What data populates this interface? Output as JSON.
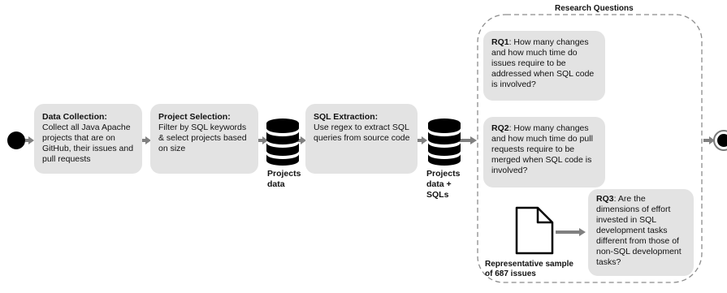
{
  "research_title": "Research Questions",
  "steps": {
    "data_collection": {
      "title": "Data Collection:",
      "text": "Collect all Java Apache projects that are on GitHub, their issues and pull requests"
    },
    "project_selection": {
      "title": "Project Selection:",
      "text": "Filter by SQL keywords & select projects based on size"
    },
    "sql_extraction": {
      "title": "SQL Extraction:",
      "text": "Use regex to extract SQL queries from source code"
    }
  },
  "databases": {
    "projects_data": "Projects data",
    "projects_sqls": "Projects data + SQLs"
  },
  "rq": {
    "rq1": {
      "label": "RQ1",
      "text": ": How many changes and how much time do issues require to be addressed when SQL code is involved?"
    },
    "rq2": {
      "label": "RQ2",
      "text": ": How many changes and how much time do pull requests require to be merged when SQL code is involved?"
    },
    "rq3": {
      "label": "RQ3",
      "text": ": Are the dimensions of effort invested in SQL development tasks different from those of non-SQL development tasks?"
    }
  },
  "sample_caption": "Representative sample of 687 issues",
  "colors": {
    "box": "#e3e3e3",
    "arrow": "#808080",
    "db": "#000000",
    "dash": "#8c8c8c"
  }
}
